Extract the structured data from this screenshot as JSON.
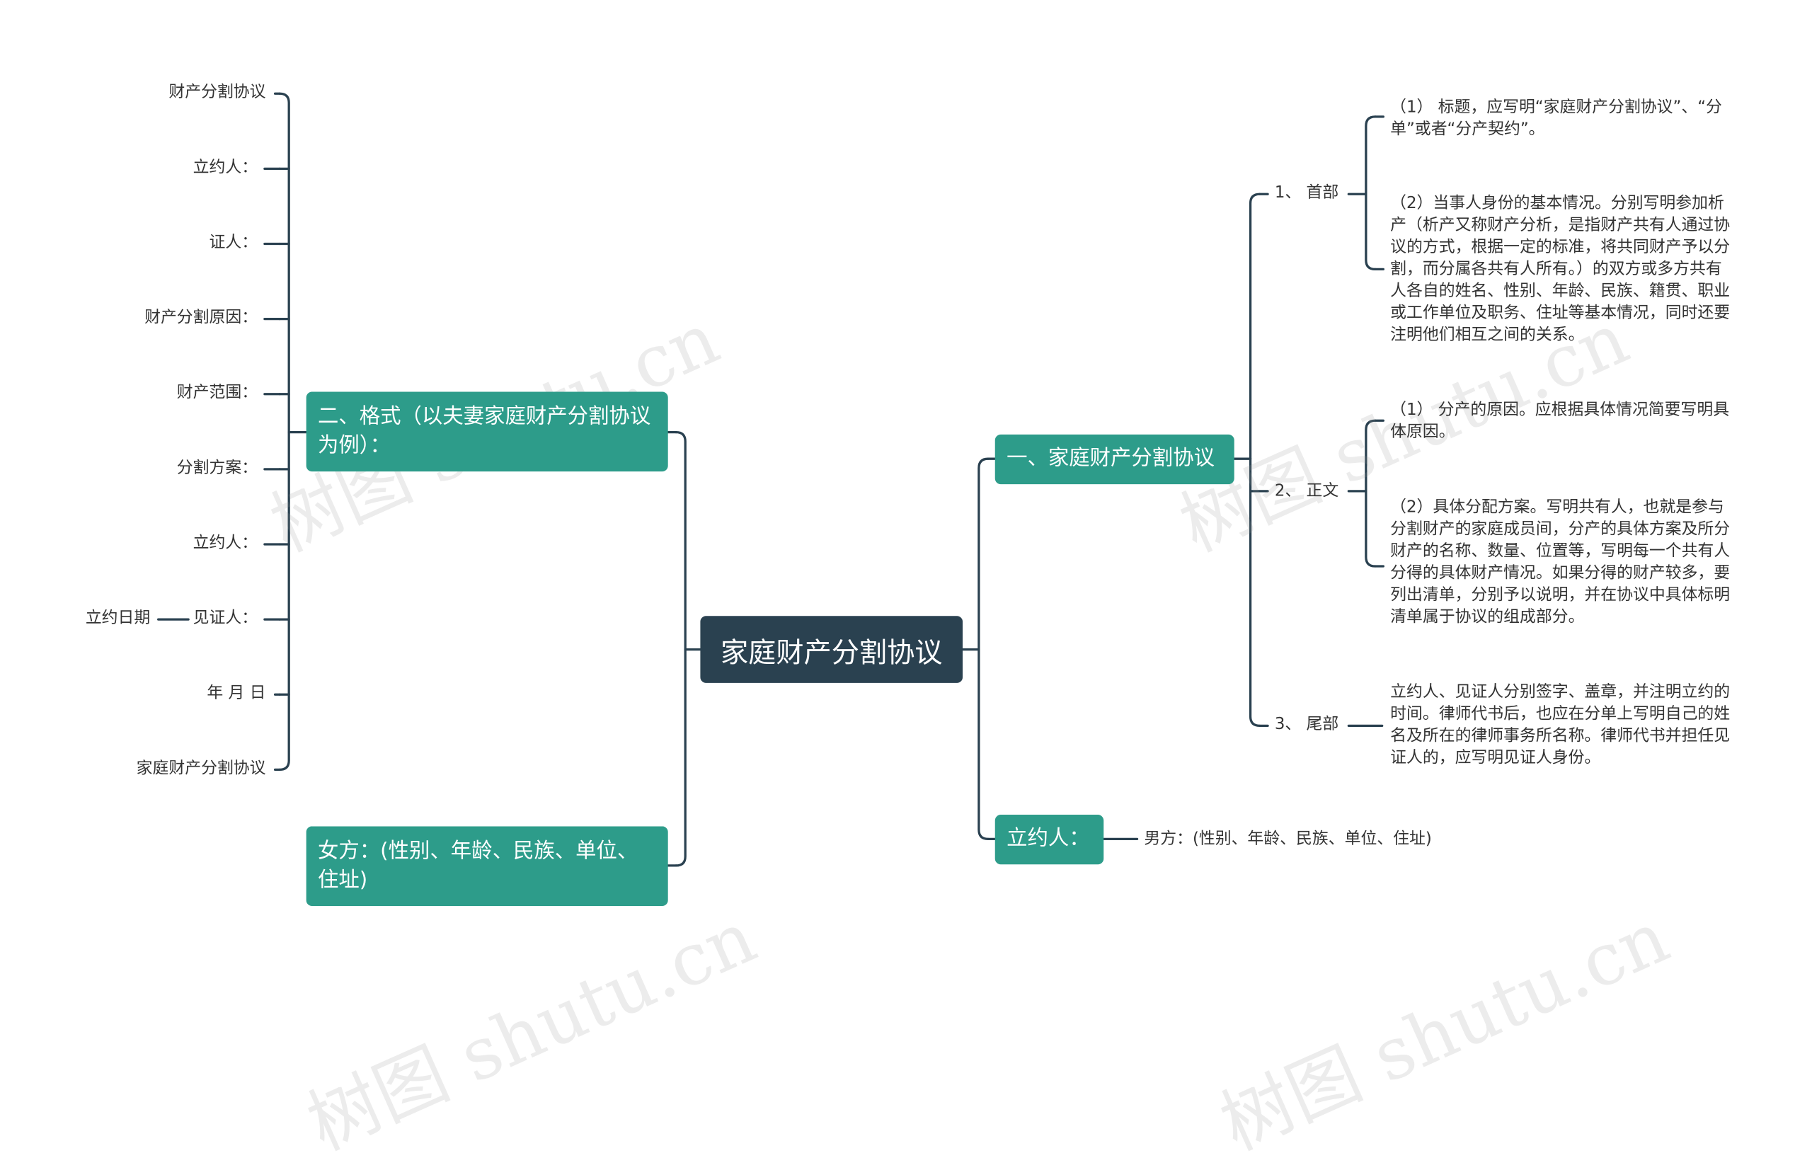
{
  "root": "家庭财产分割协议",
  "left": {
    "format_node": "二、格式（以夫妻家庭财产分割协议为例）：",
    "format_items": [
      "财产分割协议",
      "立约人：",
      "证人：",
      "财产分割原因：",
      "财产范围：",
      "分割方案：",
      "立约人：",
      "见证人：",
      "年 月 日",
      "家庭财产分割协议"
    ],
    "witness_extra": "立约日期",
    "woman_node": "女方：(性别、年龄、民族、单位、住址)"
  },
  "right": {
    "section1": "一、家庭财产分割协议",
    "head": "1、 首部",
    "head_items": [
      "（1） 标题，应写明“家庭财产分割协议”、“分单”或者“分产契约”。",
      "（2）当事人身份的基本情况。分别写明参加析产（析产又称财产分析，是指财产共有人通过协议的方式，根据一定的标准，将共同财产予以分割，而分属各共有人所有。）的双方或多方共有人各自的姓名、性别、年龄、民族、籍贯、职业或工作单位及职务、住址等基本情况，同时还要注明他们相互之间的关系。"
    ],
    "body": "2、 正文",
    "body_items": [
      "（1） 分产的原因。应根据具体情况简要写明具体原因。",
      "（2）具体分配方案。写明共有人，也就是参与分割财产的家庭成员间，分产的具体方案及所分财产的名称、数量、位置等，写明每一个共有人分得的具体财产情况。如果分得的财产较多，要列出清单，分别予以说明，并在协议中具体标明清单属于协议的组成部分。"
    ],
    "tail": "3、 尾部",
    "tail_text": "立约人、见证人分别签字、盖章，并注明立约的时间。律师代书后，也应在分单上写明自己的姓名及所在的律师事务所名称。律师代书并担任见证人的，应写明见证人身份。",
    "party_node": "立约人：",
    "man_text": "男方：(性别、年龄、民族、单位、住址)"
  },
  "watermark": "树图 shutu.cn",
  "colors": {
    "root": "#2a4150",
    "branch": "#2d9c8a",
    "line": "#2a4150"
  }
}
